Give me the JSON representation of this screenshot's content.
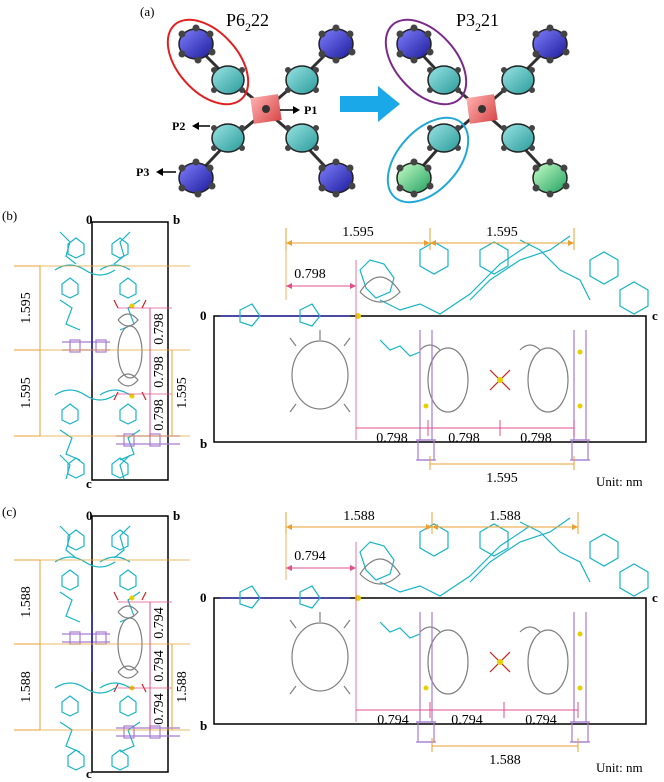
{
  "panel_a": {
    "label": "(a)",
    "left_title_main": "P6",
    "left_title_sub": "2",
    "left_title_tail": "22",
    "right_title_main": "P3",
    "right_title_sub": "2",
    "right_title_tail": "21",
    "p1": "P1",
    "p2": "P2",
    "p3": "P3"
  },
  "panel_b": {
    "label": "(b)",
    "axis_0": "0",
    "axis_b": "b",
    "axis_c": "c",
    "long": "1.595",
    "short": "0.798",
    "unit": "Unit: nm"
  },
  "panel_c": {
    "label": "(c)",
    "axis_0": "0",
    "axis_b": "b",
    "axis_c": "c",
    "long": "1.588",
    "short": "0.794",
    "unit": "Unit: nm"
  },
  "colors": {
    "cyan": "#19b4c8",
    "blue": "#2a2ab8",
    "purple": "#a67cd0",
    "orange": "#e8a030",
    "pink": "#e0508c",
    "red_center": "#e86464",
    "arrow": "#1aa8e8",
    "ellipse_red": "#e02020",
    "ellipse_purple": "#7a2a8a",
    "ellipse_cyan": "#20a8d8"
  }
}
